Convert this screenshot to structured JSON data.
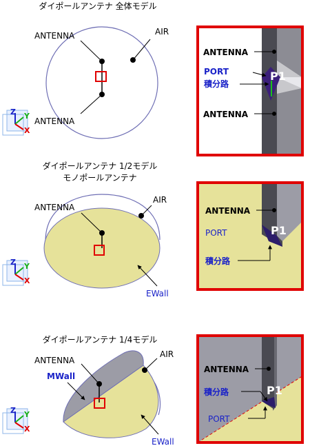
{
  "colors": {
    "accent_red": "#e00000",
    "sphere_outline": "#6e6eb4",
    "ground_yellow": "#e6e29a",
    "panel_gray": "#9c9ca6",
    "antenna_dark": "#4a4a52",
    "port_purple": "#3b1f7a",
    "label_blue": "#1a22c8"
  },
  "sections": [
    {
      "title": "ダイポールアンテナ 全体モデル",
      "labels": {
        "antenna_top": "ANTENNA",
        "antenna_bottom": "ANTENNA",
        "air": "AIR"
      },
      "detail": {
        "antenna_top": "ANTENNA",
        "antenna_bottom": "ANTENNA",
        "port": "PORT",
        "integral": "積分路",
        "p1": "P1"
      }
    },
    {
      "title_line1": "ダイポールアンテナ 1/2モデル",
      "title_line2": "モノポールアンテナ",
      "labels": {
        "antenna": "ANTENNA",
        "air": "AIR",
        "ewall": "EWall"
      },
      "detail": {
        "antenna": "ANTENNA",
        "port": "PORT",
        "integral": "積分路",
        "p1": "P1"
      }
    },
    {
      "title": "ダイポールアンテナ 1/4モデル",
      "labels": {
        "antenna": "ANTENNA",
        "air": "AIR",
        "mwall": "MWall",
        "ewall": "EWall"
      },
      "detail": {
        "antenna": "ANTENNA",
        "integral": "積分路",
        "port": "PORT",
        "p1": "P1"
      }
    }
  ],
  "axis_icon": {
    "z": "Z",
    "y": "Y",
    "x": "X"
  }
}
